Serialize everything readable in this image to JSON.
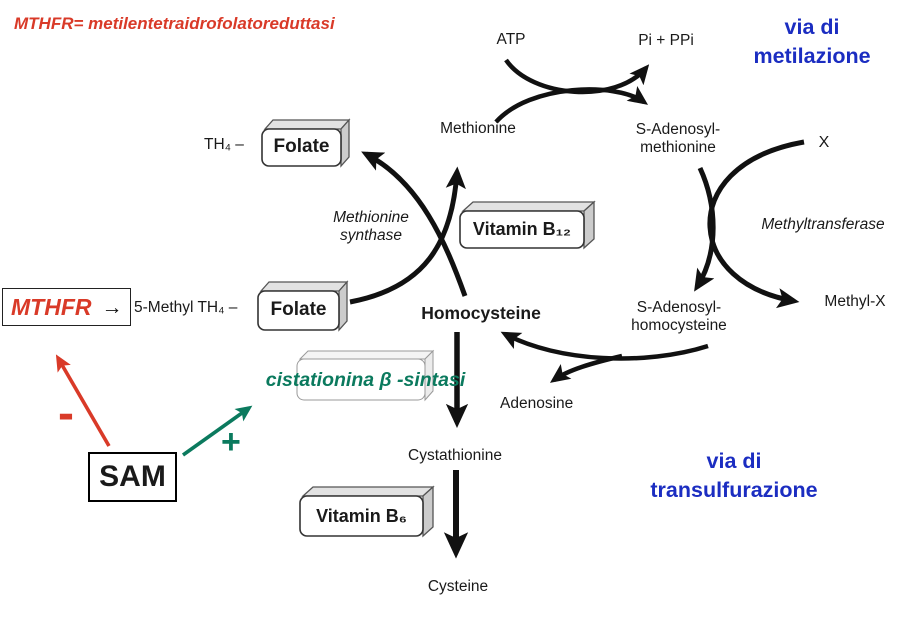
{
  "header": {
    "legend_red": "MTHFR= metilentetraidrofolatoreduttasi",
    "pathway_methylation": "via di\nmetilazione",
    "pathway_transsulfuration": "via di\ntransulfurazione"
  },
  "metabolites": {
    "atp": "ATP",
    "pi_ppi": "Pi + PPi",
    "methionine": "Methionine",
    "s_adenosyl_methionine": "S-Adenosyl-\nmethionine",
    "x": "X",
    "methyl_x": "Methyl-X",
    "s_adenosyl_homocysteine": "S-Adenosyl-\nhomocysteine",
    "homocysteine": "Homocysteine",
    "adenosine": "Adenosine",
    "cystathionine": "Cystathionine",
    "cysteine": "Cysteine",
    "th4_prefix": "TH₄ –",
    "five_methyl_th4_prefix": "5-Methyl TH₄ –",
    "folate": "Folate"
  },
  "enzymes": {
    "methionine_synthase": "Methionine\nsynthase",
    "methyltransferase": "Methyltransferase",
    "cystathionine_beta_synthase": "cistationina β -sintasi",
    "mthfr": "MTHFR"
  },
  "cofactors": {
    "vitamin_b12": "Vitamin B₁₂",
    "vitamin_b6": "Vitamin B₆"
  },
  "regulation": {
    "sam": "SAM",
    "inhibition_symbol": "-",
    "activation_symbol": "+"
  },
  "icons": {
    "right_arrow": "→"
  },
  "colors": {
    "red": "#D93A28",
    "blue": "#1B2DC1",
    "green": "#0B7A5E",
    "black": "#111111"
  }
}
